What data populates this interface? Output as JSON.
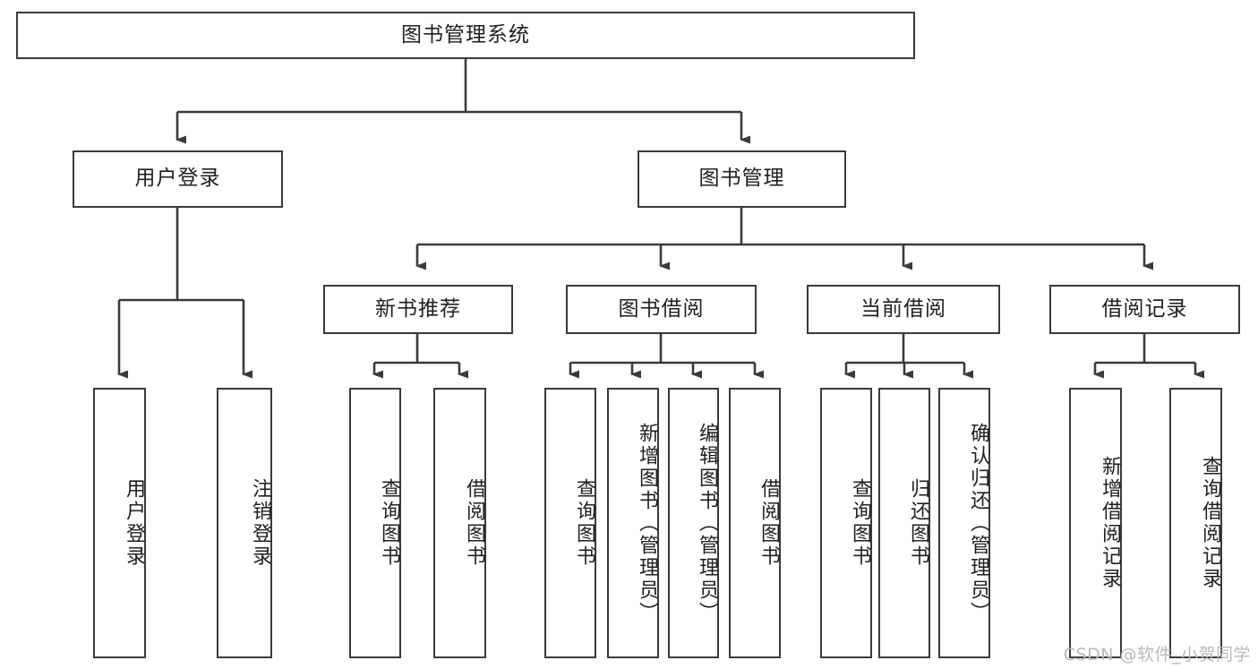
{
  "diagram": {
    "type": "tree-hierarchy",
    "title": "图书管理系统",
    "root": {
      "label": "图书管理系统"
    },
    "level2": [
      {
        "label": "用户登录"
      },
      {
        "label": "图书管理"
      }
    ],
    "level3": [
      {
        "label": "新书推荐"
      },
      {
        "label": "图书借阅"
      },
      {
        "label": "当前借阅"
      },
      {
        "label": "借阅记录"
      }
    ],
    "leaves": {
      "user_login": [
        {
          "label": "用户登录"
        },
        {
          "label": "注销登录"
        }
      ],
      "new_book_recommend": [
        {
          "label": "查询图书"
        },
        {
          "label": "借阅图书"
        }
      ],
      "book_borrow": [
        {
          "label": "查询图书"
        },
        {
          "label": "新增图书（管理员）"
        },
        {
          "label": "编辑图书（管理员）"
        },
        {
          "label": "借阅图书"
        }
      ],
      "current_borrow": [
        {
          "label": "查询图书"
        },
        {
          "label": "归还图书"
        },
        {
          "label": "确认归还（管理员）"
        }
      ],
      "borrow_records": [
        {
          "label": "新增借阅记录"
        },
        {
          "label": "查询借阅记录"
        }
      ]
    }
  },
  "watermark": {
    "text": "CSDN @软件_小贺同学"
  },
  "colors": {
    "stroke": "#3a3a3a",
    "fill": "#ffffff",
    "text": "#1f1f1f",
    "watermark": "#b9b9b9"
  }
}
